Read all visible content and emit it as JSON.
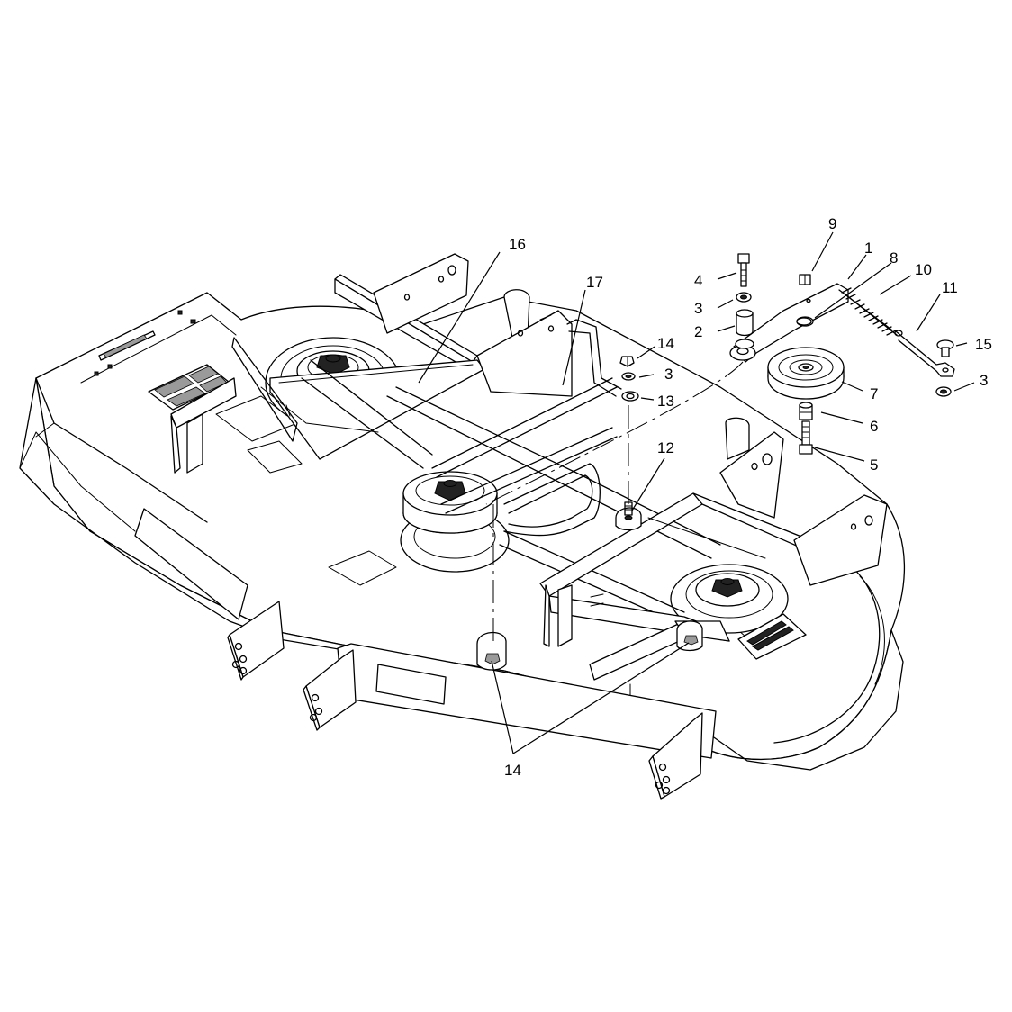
{
  "callouts": {
    "c1": "1",
    "c2": "2",
    "c3a": "3",
    "c3b": "3",
    "c3c": "3",
    "c4": "4",
    "c5": "5",
    "c6": "6",
    "c7": "7",
    "c8": "8",
    "c9": "9",
    "c10": "10",
    "c11": "11",
    "c12": "12",
    "c13": "13",
    "c14a": "14",
    "c14b": "14",
    "c15": "15",
    "c16": "16",
    "c17": "17"
  }
}
